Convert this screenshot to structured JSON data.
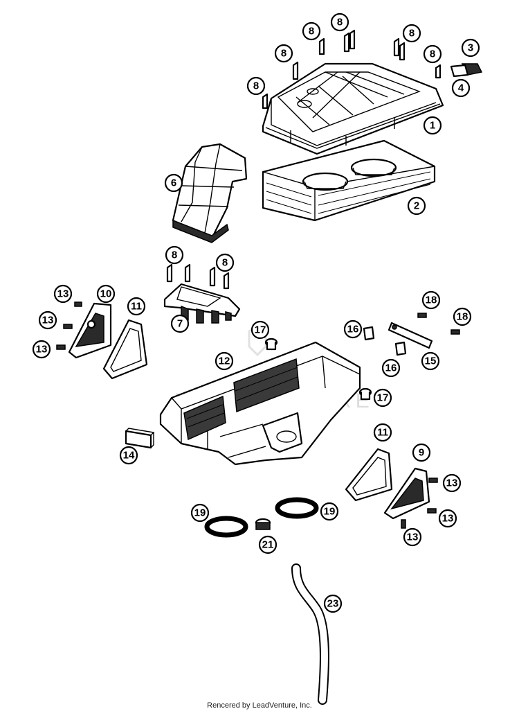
{
  "diagram": {
    "callouts": [
      {
        "id": "c8a",
        "label": "8"
      },
      {
        "id": "c8b",
        "label": "8"
      },
      {
        "id": "c8c",
        "label": "8"
      },
      {
        "id": "c8d",
        "label": "8"
      },
      {
        "id": "c8e",
        "label": "8"
      },
      {
        "id": "c8f",
        "label": "8"
      },
      {
        "id": "c3",
        "label": "3"
      },
      {
        "id": "c4",
        "label": "4"
      },
      {
        "id": "c1",
        "label": "1"
      },
      {
        "id": "c6",
        "label": "6"
      },
      {
        "id": "c2",
        "label": "2"
      },
      {
        "id": "c8g",
        "label": "8"
      },
      {
        "id": "c8h",
        "label": "8"
      },
      {
        "id": "c7",
        "label": "7"
      },
      {
        "id": "c13a",
        "label": "13"
      },
      {
        "id": "c10",
        "label": "10"
      },
      {
        "id": "c11a",
        "label": "11"
      },
      {
        "id": "c13b",
        "label": "13"
      },
      {
        "id": "c13c",
        "label": "13"
      },
      {
        "id": "c17a",
        "label": "17"
      },
      {
        "id": "c12",
        "label": "12"
      },
      {
        "id": "c18a",
        "label": "18"
      },
      {
        "id": "c18b",
        "label": "18"
      },
      {
        "id": "c16a",
        "label": "16"
      },
      {
        "id": "c16b",
        "label": "16"
      },
      {
        "id": "c15",
        "label": "15"
      },
      {
        "id": "c17b",
        "label": "17"
      },
      {
        "id": "c14",
        "label": "14"
      },
      {
        "id": "c11b",
        "label": "11"
      },
      {
        "id": "c9",
        "label": "9"
      },
      {
        "id": "c13d",
        "label": "13"
      },
      {
        "id": "c13e",
        "label": "13"
      },
      {
        "id": "c13f",
        "label": "13"
      },
      {
        "id": "c19a",
        "label": "19"
      },
      {
        "id": "c19b",
        "label": "19"
      },
      {
        "id": "c21",
        "label": "21"
      },
      {
        "id": "c23",
        "label": "23"
      }
    ]
  },
  "footer": {
    "text": "Rencered by LeadVenture, Inc."
  }
}
